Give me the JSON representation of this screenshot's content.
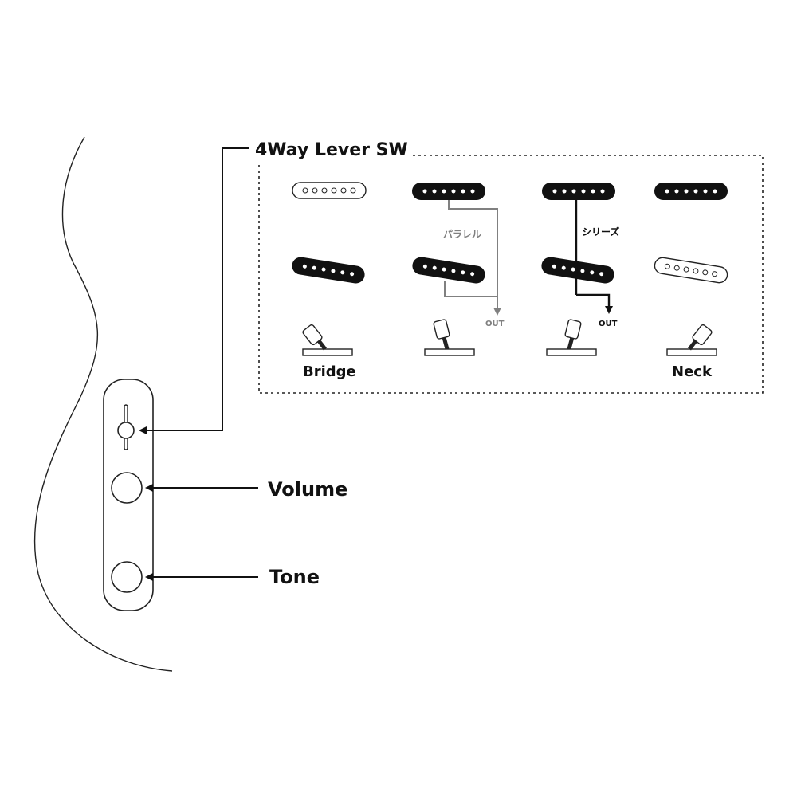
{
  "title": "4Way Lever SW",
  "controls": {
    "volume": "Volume",
    "tone": "Tone"
  },
  "positions": {
    "bridge": "Bridge",
    "neck": "Neck"
  },
  "wiring": {
    "parallel": "パラレル",
    "series": "シリーズ",
    "out": "OUT"
  },
  "colors": {
    "line": "#111111",
    "pickup_active": "#111111",
    "pickup_inactive": "#ffffff",
    "parallel_wire": "#808080",
    "series_wire": "#111111"
  }
}
